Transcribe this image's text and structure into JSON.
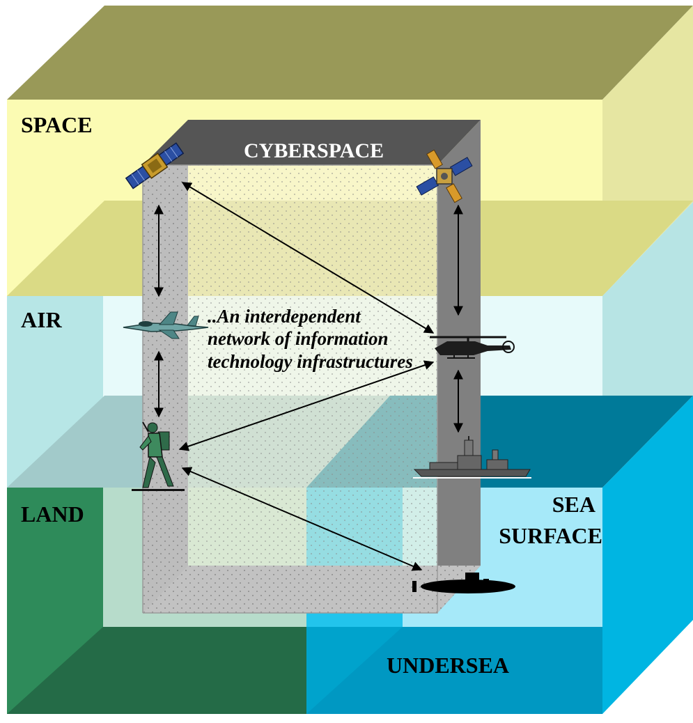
{
  "domains": {
    "space": "SPACE",
    "air": "AIR",
    "land": "LAND",
    "sea_surface": [
      "SEA",
      "SURFACE"
    ],
    "undersea": "UNDERSEA",
    "cyberspace": "CYBERSPACE"
  },
  "tagline": [
    "..An interdependent",
    "network of information",
    "technology infrastructures"
  ],
  "icons": [
    "satellite-icon",
    "satellite-icon",
    "fighter-jet-icon",
    "helicopter-icon",
    "soldier-icon",
    "warship-icon",
    "submarine-icon"
  ],
  "colors": {
    "space_top": "#999958",
    "space": "#FBFBB3",
    "air": "#E7FAFA",
    "land": "#2E8B5A",
    "sea_surface": "#A6E9F9",
    "undersea": "#00B5E2",
    "cyberspace_frame": "#BDBDBD",
    "cyberspace_top": "#555555"
  }
}
